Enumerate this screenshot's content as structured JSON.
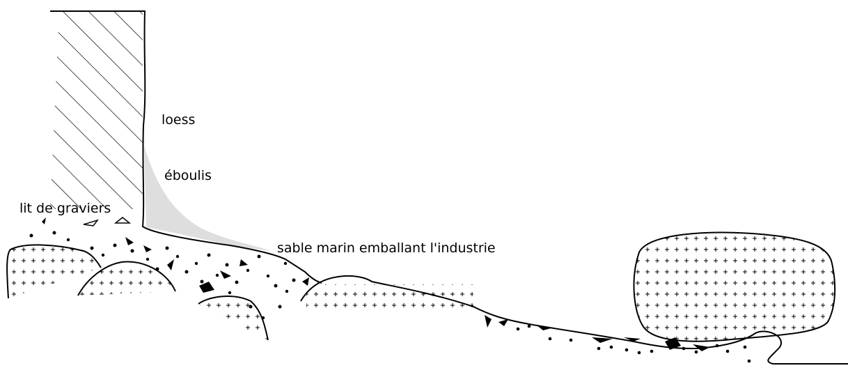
{
  "labels": {
    "loess": "loess",
    "eboulis": "éboulis",
    "graviers": "lit de graviers",
    "sable": "sable marin emballant l'industrie"
  },
  "colors": {
    "ink": "#000000",
    "scree_fill": "#dedede",
    "background": "#ffffff"
  }
}
